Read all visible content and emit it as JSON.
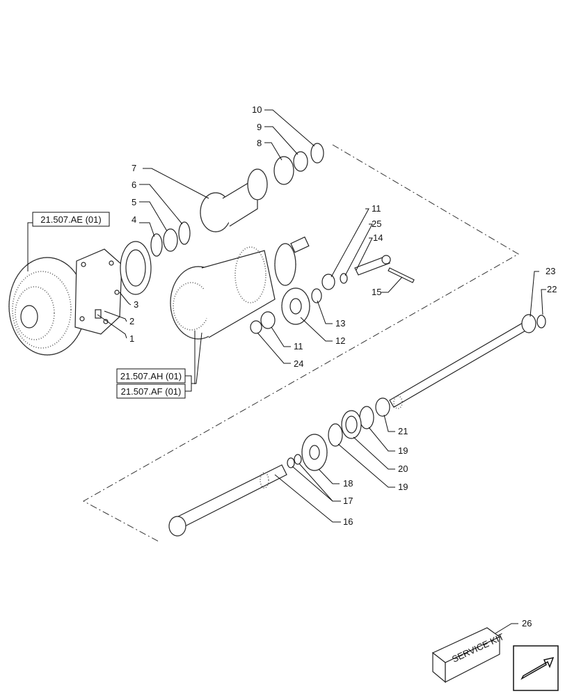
{
  "callouts": [
    "1",
    "2",
    "3",
    "4",
    "5",
    "6",
    "7",
    "8",
    "9",
    "10",
    "11",
    "25",
    "14",
    "15",
    "13",
    "12",
    "11",
    "24",
    "23",
    "22",
    "21",
    "19",
    "20",
    "19",
    "18",
    "17",
    "16",
    "26"
  ],
  "references": [
    "21.507.AE (01)",
    "21.507.AH (01)",
    "21.507.AF (01)"
  ],
  "kit_label": "SERVICE KIT",
  "nav_icon": "arrow-icon"
}
